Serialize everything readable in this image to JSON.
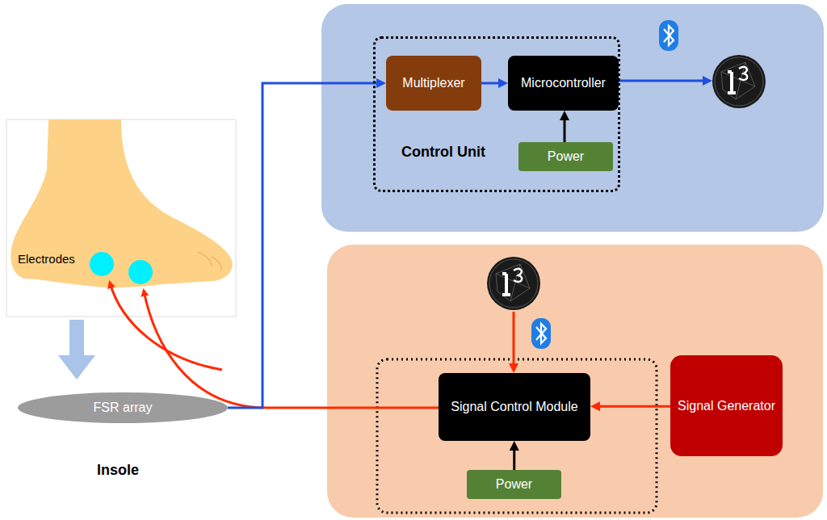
{
  "diagram": {
    "nodes": [
      {
        "text": [
          "Control Unit"
        ]
      },
      {
        "text": [
          "Multiplexer"
        ],
        "in": 0
      },
      {
        "text": [
          "Microcontroller"
        ],
        "in": 0
      },
      {
        "text": [
          "Power"
        ],
        "in": 0
      },
      {
        "text": [
          "FSR array"
        ]
      },
      {
        "text": [
          "Signal Control Module"
        ]
      },
      {
        "text": [
          "Power"
        ]
      },
      {
        "text": [
          "Signal Generator"
        ]
      }
    ],
    "edges": [
      {
        "from": 4,
        "to": 1,
        "arrow": "to"
      },
      {
        "from": 1,
        "to": 2,
        "arrow": "to"
      },
      {
        "from": 3,
        "to": 2,
        "arrow": "to"
      },
      {
        "from": 7,
        "to": 5,
        "arrow": "to"
      },
      {
        "from": 6,
        "to": 5,
        "arrow": "to"
      }
    ],
    "labels": [
      "Electrodes",
      "Insole"
    ]
  }
}
